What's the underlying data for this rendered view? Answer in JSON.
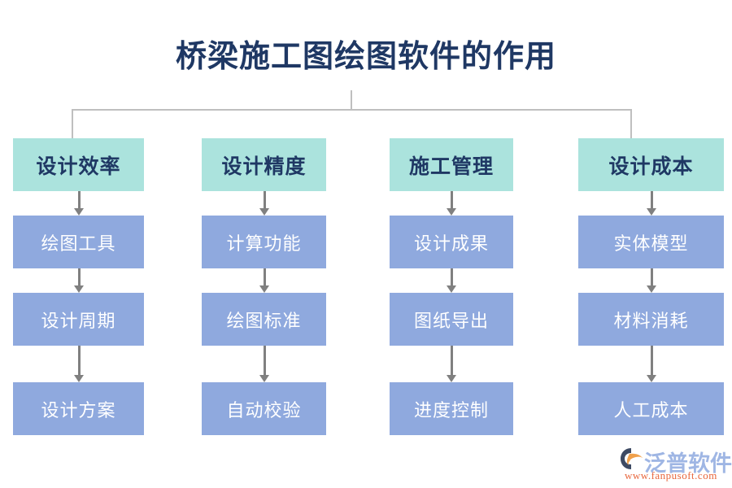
{
  "title": "桥梁施工图绘图软件的作用",
  "colors": {
    "title_text": "#1f3864",
    "header_box_fill": "#abe3dd",
    "header_box_text": "#1f3864",
    "leaf_box_fill": "#8fa9de",
    "leaf_box_text": "#ffffff",
    "connector_line": "#bfbfbf",
    "arrow": "#808080",
    "background": "#ffffff",
    "logo_wordmark": "#9fb6e4",
    "logo_url": "#e8663c",
    "logo_mark_dark": "#3d4a63",
    "logo_mark_accent": "#f0a04b"
  },
  "chart_data": {
    "type": "diagram",
    "layout": "top-down tree, one root label with four branch columns, each column has a header node and three stacked child nodes connected by downward arrows",
    "root": "桥梁施工图绘图软件的作用",
    "branches": [
      {
        "header": "设计效率",
        "children": [
          "绘图工具",
          "设计周期",
          "设计方案"
        ]
      },
      {
        "header": "设计精度",
        "children": [
          "计算功能",
          "绘图标准",
          "自动校验"
        ]
      },
      {
        "header": "施工管理",
        "children": [
          "设计成果",
          "图纸导出",
          "进度控制"
        ]
      },
      {
        "header": "设计成本",
        "children": [
          "实体模型",
          "材料消耗",
          "人工成本"
        ]
      }
    ]
  },
  "logo": {
    "wordmark": "泛普软件",
    "url": "www.fanpusoft.com"
  }
}
